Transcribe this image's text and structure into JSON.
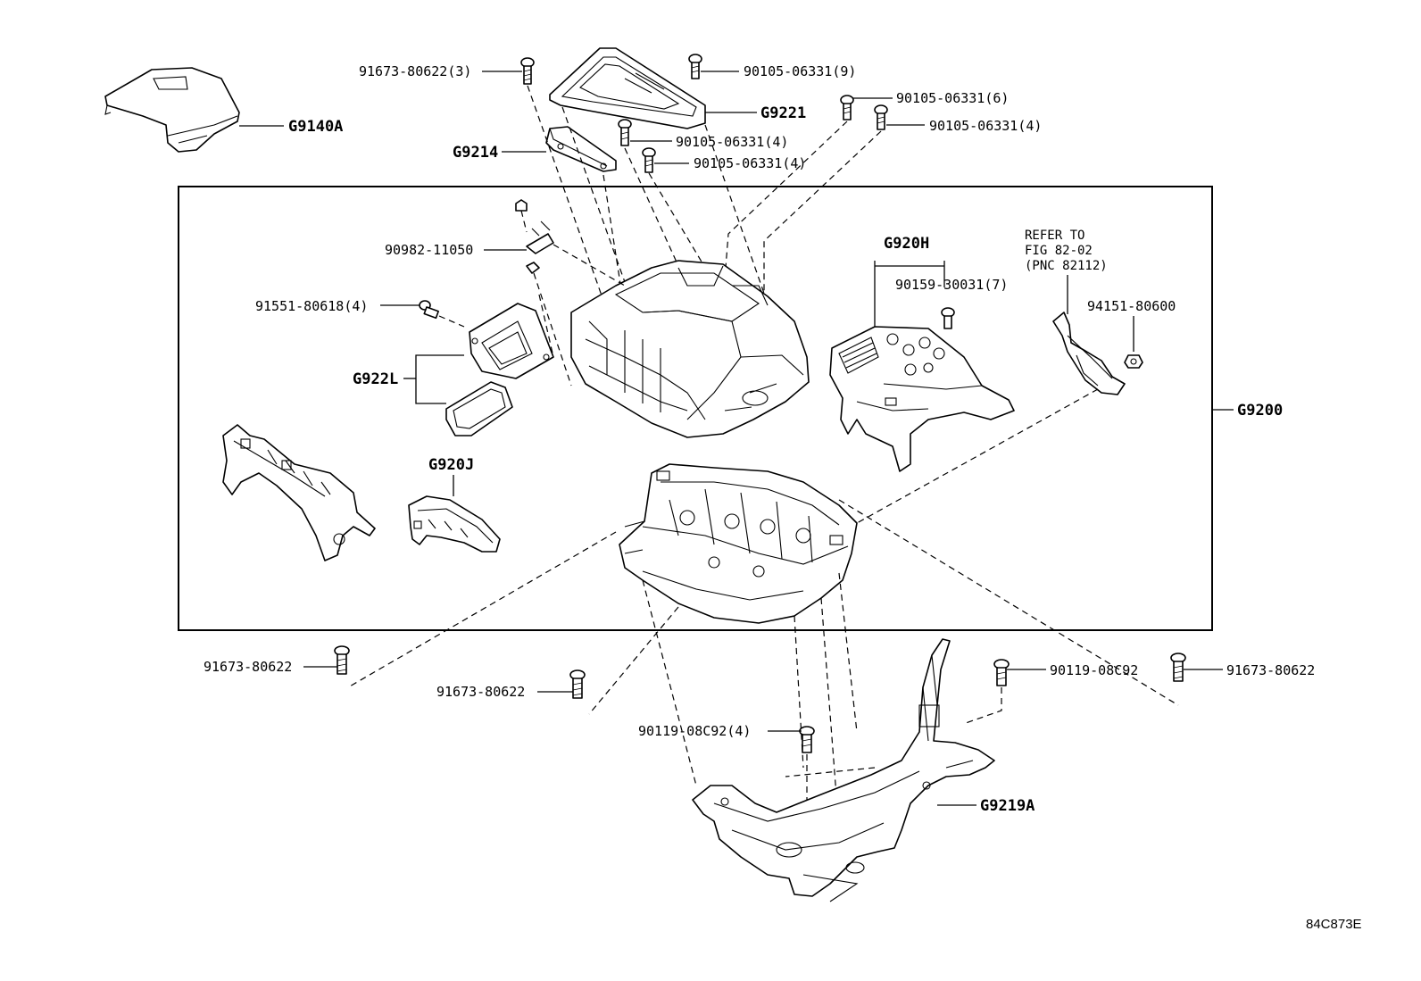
{
  "labels": {
    "g9140a": "G9140A",
    "p91673_80622_3": "91673-80622(3)",
    "p90105_06331_9": "90105-06331(9)",
    "g9221": "G9221",
    "p90105_06331_6": "90105-06331(6)",
    "p90105_06331_4a": "90105-06331(4)",
    "g9214": "G9214",
    "p90105_06331_4b": "90105-06331(4)",
    "p90105_06331_4c": "90105-06331(4)",
    "g920h": "G920H",
    "refer_line1": "REFER TO",
    "refer_line2": "FIG 82-02",
    "refer_line3": "(PNC 82112)",
    "p90982_11050": "90982-11050",
    "p90159_30031_7": "90159-30031(7)",
    "p94151_80600": "94151-80600",
    "p91551_80618_4": "91551-80618(4)",
    "g922l": "G922L",
    "g9200": "G9200",
    "g920j": "G920J",
    "p91673_80622_left": "91673-80622",
    "p91673_80622_mid": "91673-80622",
    "p90119_08c92": "90119-08C92",
    "p91673_80622_right": "91673-80622",
    "p90119_08c92_4": "90119-08C92(4)",
    "g9219a": "G9219A",
    "diagram_id": "84C873E"
  },
  "icons": [
    "bolt-icon",
    "nut-icon",
    "clip-icon"
  ]
}
